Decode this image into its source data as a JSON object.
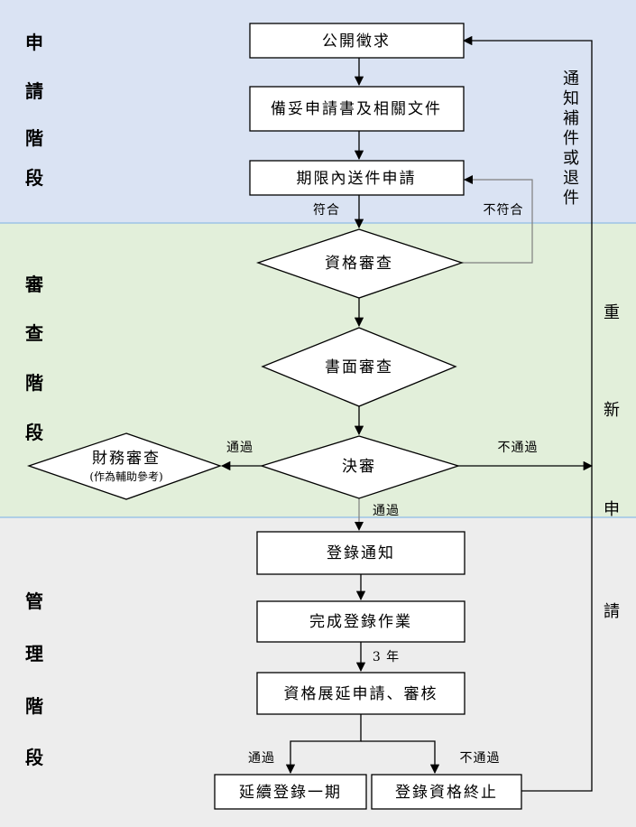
{
  "colors": {
    "apply_band": "#dae3f3",
    "review_band": "#e2efda",
    "manage_band": "#ededed",
    "band_border": "#9dc3e6"
  },
  "stages": {
    "apply": [
      "申",
      "請",
      "階",
      "段"
    ],
    "review": [
      "審",
      "查",
      "階",
      "段"
    ],
    "manage": [
      "管",
      "理",
      "階",
      "段"
    ]
  },
  "nodes": {
    "public_call": "公開徵求",
    "prepare_docs": "備妥申請書及相關文件",
    "submit_deadline": "期限內送件申請",
    "qualification_review": "資格審查",
    "written_review": "書面審查",
    "final_review": "決審",
    "finance_review": "財務審查",
    "finance_note": "(作為輔助參考)",
    "register_notice": "登錄通知",
    "complete_register": "完成登錄作業",
    "extension_review": "資格展延申請、審核",
    "extend_one_term": "延續登錄一期",
    "terminate_register": "登錄資格終止"
  },
  "edge_labels": {
    "meets": "符合",
    "not_meets": "不符合",
    "pass_finance": "通過",
    "fail_final": "不通過",
    "pass_final": "通過",
    "three_years": "3 年",
    "pass_ext": "通過",
    "fail_ext": "不通過"
  },
  "side_labels": {
    "notify_resubmit": [
      "通",
      "知",
      "補",
      "件",
      "或",
      "退",
      "件"
    ],
    "reapply": [
      "重",
      "新",
      "申",
      "請"
    ]
  }
}
